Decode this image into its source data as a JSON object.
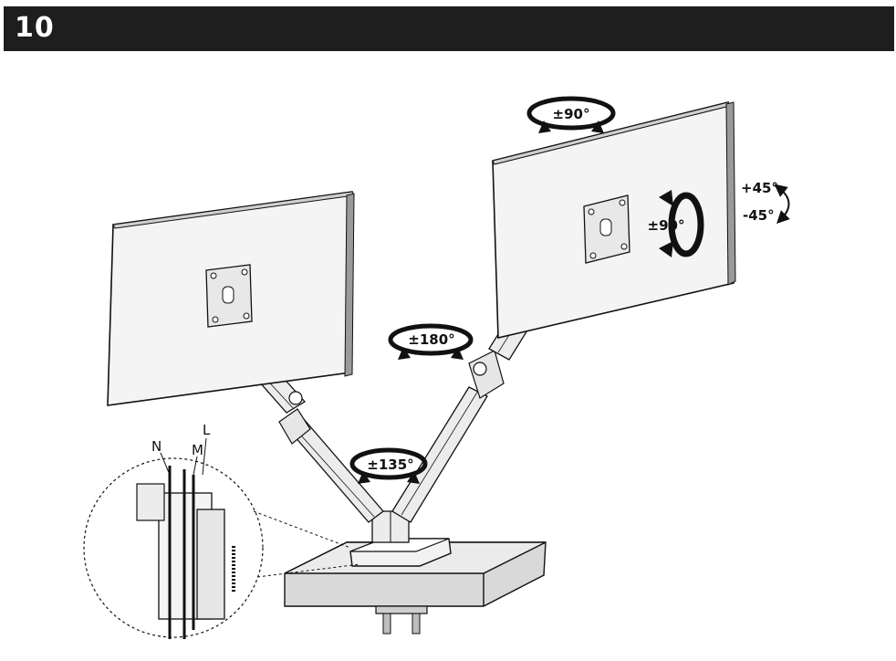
{
  "header": {
    "step_number": "10"
  },
  "rotation_labels": {
    "top_swivel": "±90°",
    "screen_rotate": "±90°",
    "tilt_up": "+45°",
    "tilt_down": "-45°",
    "arm_swivel": "±180°",
    "base_swivel": "±135°"
  },
  "callouts": {
    "n": "N",
    "m": "M",
    "l": "L"
  },
  "colors": {
    "header_bg": "#1e1e1e",
    "header_text": "#ffffff",
    "line": "#111111"
  },
  "icons": [
    "rotation-arrow-icon",
    "tilt-arrow-icon",
    "vesa-plate-icon",
    "desk-clamp-icon"
  ]
}
